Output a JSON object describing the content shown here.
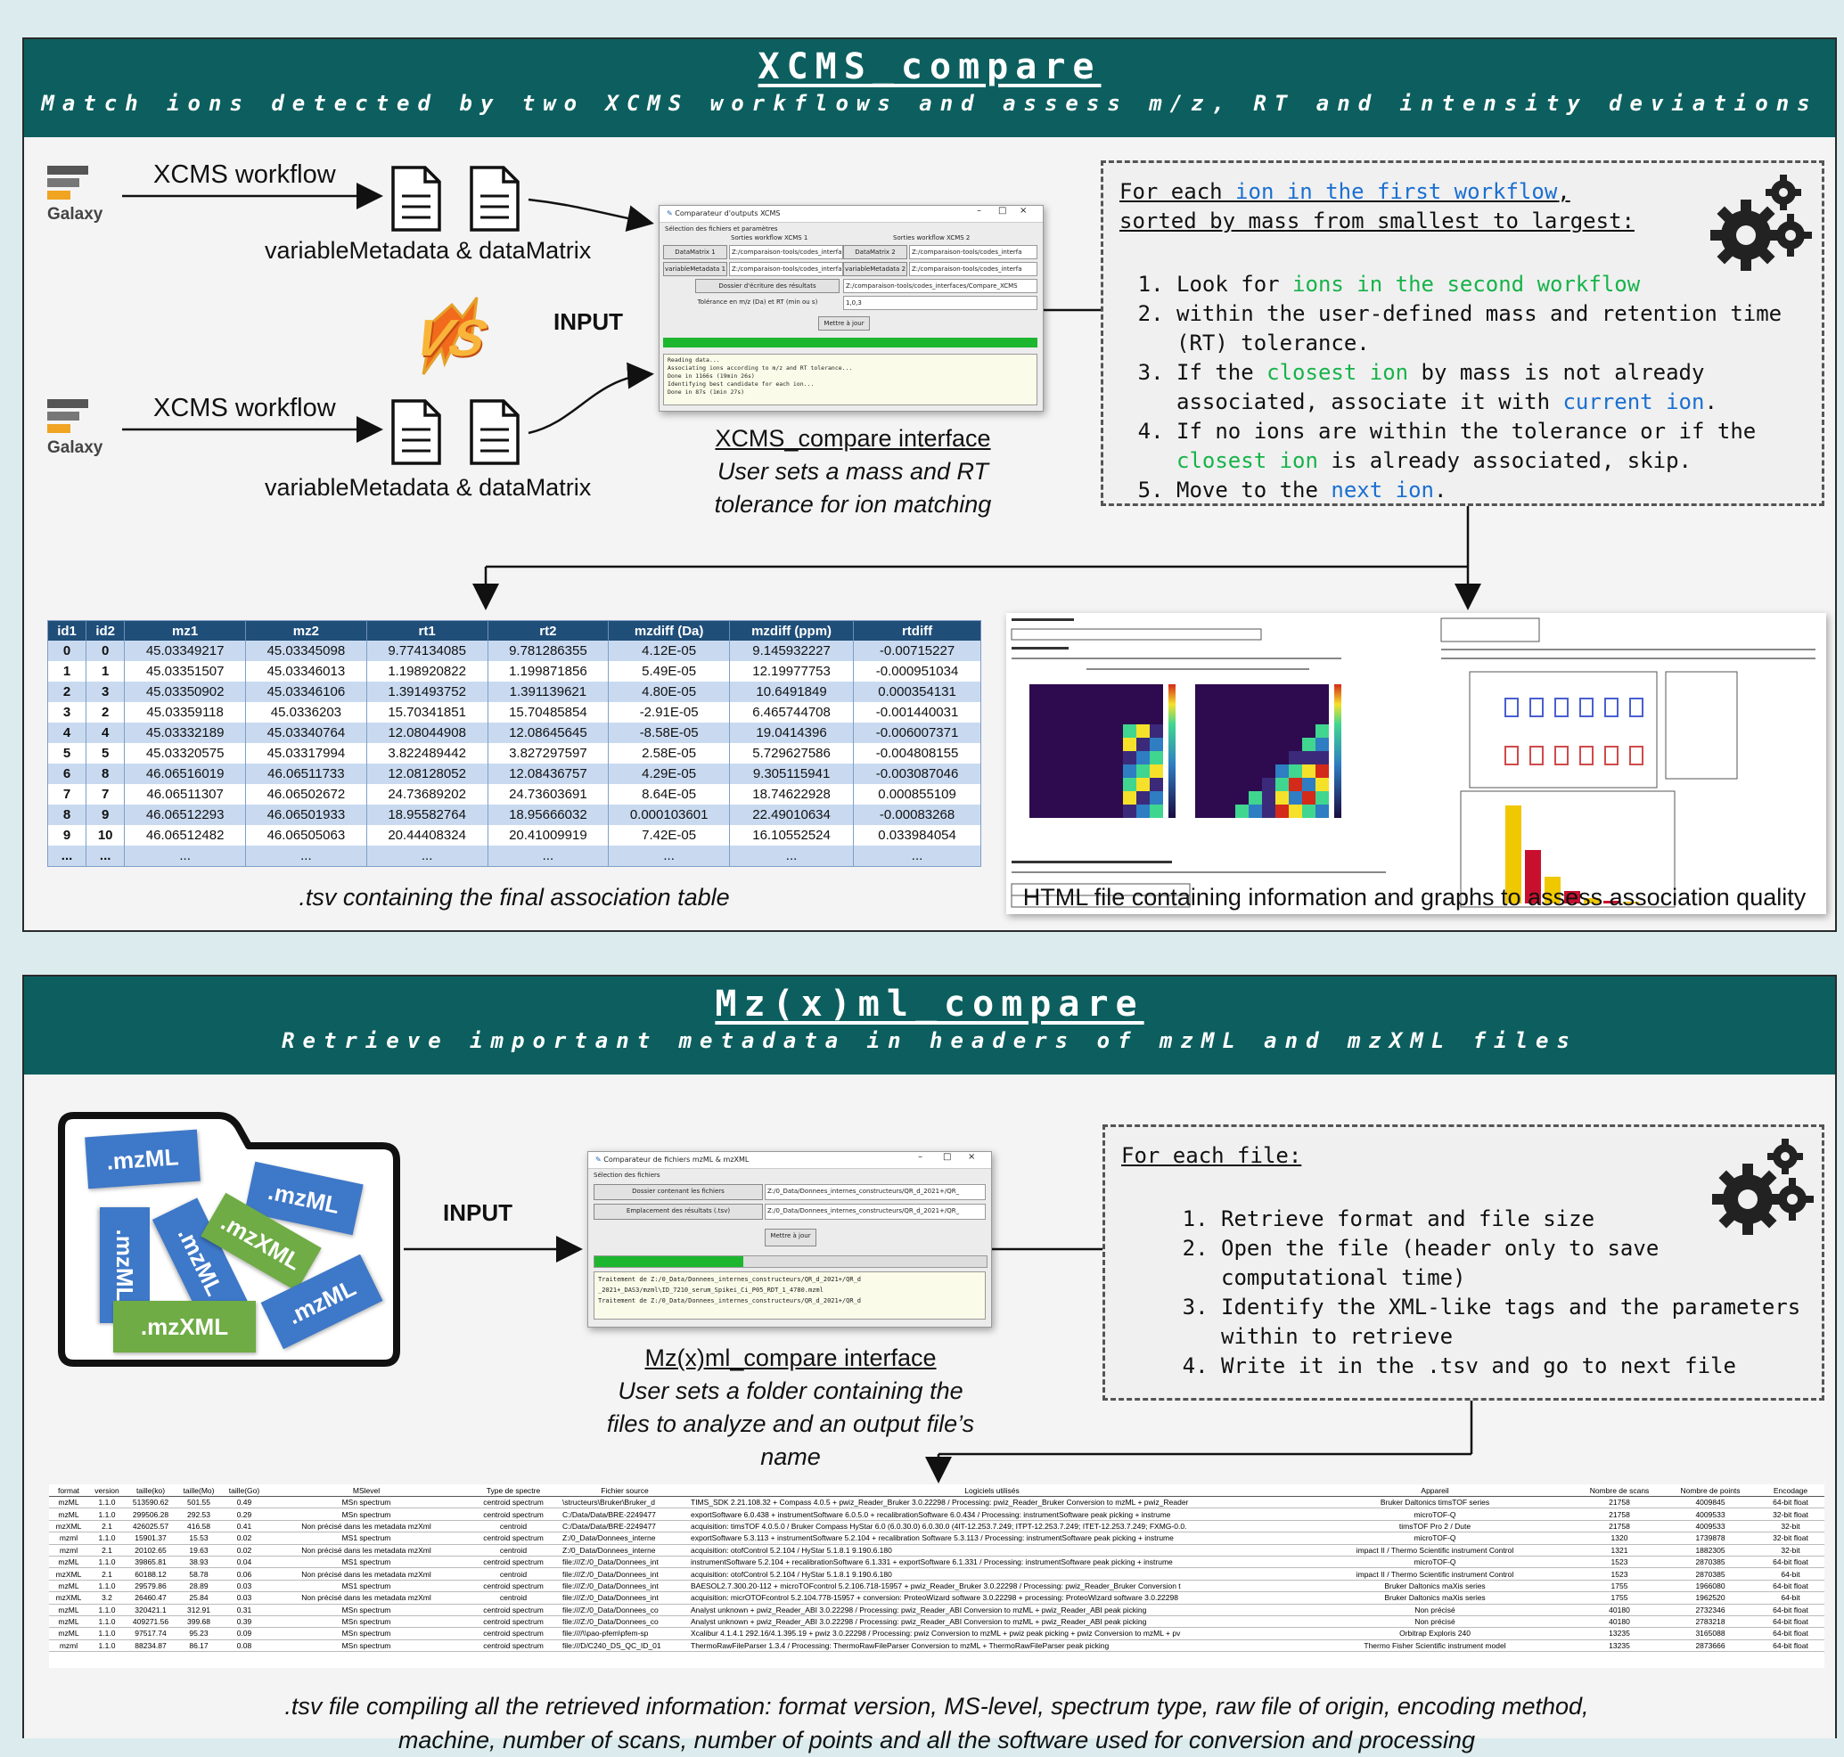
{
  "panel1": {
    "title": "XCMS_compare",
    "subtitle": "Match ions detected by two XCMS workflows and assess m/z, RT and intensity deviations",
    "galaxy_label": "Galaxy",
    "workflow_label": "XCMS workflow",
    "files_label": "variableMetadata & dataMatrix",
    "vs_label": "VS",
    "input_label": "INPUT",
    "interface": {
      "window_title": "Comparateur d'outputs XCMS",
      "section_label": "Sélection des fichiers et paramètres",
      "col1_label": "Sorties workflow XCMS 1",
      "col2_label": "Sorties workflow XCMS 2",
      "btn_datamatrix1": "DataMatrix 1",
      "btn_datamatrix2": "DataMatrix 2",
      "btn_varmeta1": "variableMetadata 1",
      "btn_varmeta2": "variableMetadata 2",
      "field_path": "Z:/comparaison-tools/codes_interfa",
      "btn_outdir": "Dossier d'écriture des résultats",
      "field_outdir": "Z:/comparaison-tools/codes_interfaces/Compare_XCMS",
      "tolerance_label": "Tolérance en m/z (Da) et RT (min ou s)",
      "tolerance_value": "1,0,3",
      "update_button": "Mettre à jour",
      "log_lines": [
        "Reading data...",
        "Associating ions according to m/z and RT tolerance...",
        "Done in 1166s (19min 26s)",
        "Identifying best candidate for each ion...",
        "Done in 87s (1min 27s)"
      ]
    },
    "interface_caption_title": "XCMS_compare interface",
    "interface_caption": "User sets a mass and RT tolerance for ion matching",
    "algo": {
      "intro_a": "For each ",
      "intro_hl": "ion in the first workflow",
      "intro_b": ",",
      "intro_line2": "sorted by mass from smallest to largest:",
      "s1a": "Look for ",
      "s1hl": "ions in the second workflow",
      "s2": "within the user-defined mass and retention time (RT) tolerance.",
      "s3a": "If the ",
      "s3hl": "closest ion",
      "s3b": " by mass is not already associated, associate it with ",
      "s3hl2": "current ion",
      "s3c": ".",
      "s4a": "If no ions are within the tolerance or if the ",
      "s4hl": "closest ion",
      "s4b": " is already associated, skip.",
      "s5a": "Move to the ",
      "s5hl": "next ion",
      "s5b": "."
    },
    "table": {
      "headers": [
        "id1",
        "id2",
        "mz1",
        "mz2",
        "rt1",
        "rt2",
        "mzdiff (Da)",
        "mzdiff (ppm)",
        "rtdiff"
      ],
      "rows": [
        [
          "0",
          "0",
          "45.03349217",
          "45.03345098",
          "9.774134085",
          "9.781286355",
          "4.12E-05",
          "9.145932227",
          "-0.00715227"
        ],
        [
          "1",
          "1",
          "45.03351507",
          "45.03346013",
          "1.198920822",
          "1.199871856",
          "5.49E-05",
          "12.19977753",
          "-0.000951034"
        ],
        [
          "2",
          "3",
          "45.03350902",
          "45.03346106",
          "1.391493752",
          "1.391139621",
          "4.80E-05",
          "10.6491849",
          "0.000354131"
        ],
        [
          "3",
          "2",
          "45.03359118",
          "45.0336203",
          "15.70341851",
          "15.70485854",
          "-2.91E-05",
          "6.465744708",
          "-0.001440031"
        ],
        [
          "4",
          "4",
          "45.03332189",
          "45.03340764",
          "12.08044908",
          "12.08645645",
          "-8.58E-05",
          "19.0414396",
          "-0.006007371"
        ],
        [
          "5",
          "5",
          "45.03320575",
          "45.03317994",
          "3.822489442",
          "3.827297597",
          "2.58E-05",
          "5.729627586",
          "-0.004808155"
        ],
        [
          "6",
          "8",
          "46.06516019",
          "46.06511733",
          "12.08128052",
          "12.08436757",
          "4.29E-05",
          "9.305115941",
          "-0.003087046"
        ],
        [
          "7",
          "7",
          "46.06511307",
          "46.06502672",
          "24.73689202",
          "24.73603691",
          "8.64E-05",
          "18.74622928",
          "0.000855109"
        ],
        [
          "8",
          "9",
          "46.06512293",
          "46.06501933",
          "18.95582764",
          "18.95666032",
          "0.000103601",
          "22.49010634",
          "-0.00083268"
        ],
        [
          "9",
          "10",
          "46.06512482",
          "46.06505063",
          "20.44408324",
          "20.41009919",
          "7.42E-05",
          "16.10552524",
          "0.033984054"
        ],
        [
          "...",
          "...",
          "...",
          "...",
          "...",
          "...",
          "...",
          "...",
          "..."
        ]
      ]
    },
    "table_caption": ".tsv containing the final association table",
    "html_caption": "HTML file containing information and graphs to assess association quality"
  },
  "panel2": {
    "title": "Mz(x)ml_compare",
    "subtitle": "Retrieve important metadata in headers of mzML and mzXML files",
    "files": [
      ".mzML",
      ".mzML",
      ".mzML",
      ".mzML",
      ".mzXML",
      ".mzXML",
      ".mzML"
    ],
    "input_label": "INPUT",
    "interface": {
      "window_title": "Comparateur de fichiers mzML & mzXML",
      "section_label": "Sélection des fichiers",
      "btn_folder": "Dossier contenant les fichiers",
      "field_folder": "Z:/0_Data/Donnees_internes_constructeurs/QR_d_2021+/QR_",
      "btn_output": "Emplacement des résultats (.tsv)",
      "field_output": "Z:/0_Data/Donnees_internes_constructeurs/QR_d_2021+/QR_",
      "update_button": "Mettre à jour",
      "progress": 0.38,
      "log_lines": [
        "Traitement de Z:/0_Data/Donnees_internes_constructeurs/QR_d_2021+/QR_d",
        "_2021+_DAS3/mzml\\ID_7210_serum_Spikei_Ci_P05_RDT_1_4780.mzml",
        "Traitement de Z:/0_Data/Donnees_internes_constructeurs/QR_d_2021+/QR_d"
      ]
    },
    "interface_caption_title": "Mz(x)ml_compare interface",
    "interface_caption": "User sets a folder containing the files to analyze and an output file’s name",
    "algo": {
      "intro": "For each file:",
      "steps": [
        "Retrieve format and file size",
        "Open the file (header only to save computational time)",
        "Identify the XML-like tags and the parameters within to retrieve",
        "Write it in the .tsv and go to next file"
      ]
    },
    "table": {
      "headers": [
        "format",
        "version",
        "taille(ko)",
        "taille(Mo)",
        "taille(Go)",
        "MSlevel",
        "Type de spectre",
        "Fichier source",
        "Logiciels utilisés",
        "Appareil",
        "Nombre de scans",
        "Nombre de points",
        "Encodage"
      ],
      "rows": [
        [
          "mzML",
          "1.1.0",
          "513590.62",
          "501.55",
          "0.49",
          "MSn spectrum",
          "centroid spectrum",
          "\\structeurs\\Bruker\\Bruker_d",
          "TIMS_SDK 2.21.108.32 + Compass 4.0.5 + pwiz_Reader_Bruker 3.0.22298 / Processing: pwiz_Reader_Bruker Conversion to mzML + pwiz_Reader",
          "Bruker Daltonics timsTOF series",
          "21758",
          "4009845",
          "64-bit float"
        ],
        [
          "mzML",
          "1.1.0",
          "299506.28",
          "292.53",
          "0.29",
          "MSn spectrum",
          "centroid spectrum",
          "C:/Data/Data/BRE-2249477",
          "exportSoftware 6.0.438 + instrumentSoftware 6.0.5.0 + recalibrationSoftware 6.0.434 / Processing: instrumentSoftware peak picking + instrume",
          "microTOF-Q",
          "21758",
          "4009533",
          "32-bit float"
        ],
        [
          "mzXML",
          "2.1",
          "426025.57",
          "416.58",
          "0.41",
          "Non précisé dans les metadata mzXml",
          "centroid",
          "C:/Data/Data/BRE-2249477",
          "acquisition: timsTOF 4.0.5.0 / Bruker Compass HyStar 6.0 (6.0.30.0) 6.0.30.0 (4IT-12.253.7.249; ITPT-12.253.7.249; ITET-12.253.7.249; FXMG-0.0.",
          "timsTOF Pro 2 / Dute",
          "21758",
          "4009533",
          "32-bit"
        ],
        [
          "mzml",
          "1.1.0",
          "15901.37",
          "15.53",
          "0.02",
          "MS1 spectrum",
          "centroid spectrum",
          "Z:/0_Data/Donnees_interne",
          "exportSoftware 5.3.113 + instrumentSoftware 5.2.104 + recalibration Software 5.3.113 / Processing: instrumentSoftware peak picking + instrume",
          "microTOF-Q",
          "1320",
          "1739878",
          "32-bit float"
        ],
        [
          "mzml",
          "2.1",
          "20102.65",
          "19.63",
          "0.02",
          "Non précisé dans les metadata mzXml",
          "centroid",
          "Z:/0_Data/Donnees_interne",
          "acquisition: otofControl 5.2.104 / HyStar 5.1.8.1 9.190.6.180",
          "impact II / Thermo Scientific instrument Control",
          "1321",
          "1882305",
          "32-bit"
        ],
        [
          "mzML",
          "1.1.0",
          "39865.81",
          "38.93",
          "0.04",
          "MS1 spectrum",
          "centroid spectrum",
          "file:///Z:/0_Data/Donnees_int",
          "instrumentSoftware 5.2.104 + recalibrationSoftware 6.1.331 + exportSoftware 6.1.331 / Processing: instrumentSoftware peak picking + instrume",
          "microTOF-Q",
          "1523",
          "2870385",
          "64-bit float"
        ],
        [
          "mzXML",
          "2.1",
          "60188.12",
          "58.78",
          "0.06",
          "Non précisé dans les metadata mzXml",
          "centroid",
          "file:///Z:/0_Data/Donnees_int",
          "acquisition: otofControl 5.2.104 / HyStar 5.1.8.1 9.190.6.180",
          "impact II / Thermo Scientific instrument Control",
          "1523",
          "2870385",
          "64-bit"
        ],
        [
          "mzML",
          "1.1.0",
          "29579.86",
          "28.89",
          "0.03",
          "MS1 spectrum",
          "centroid spectrum",
          "file:///Z:/0_Data/Donnees_int",
          "BAESOL2.7.300.20-112 + microTOFcontrol 5.2.106.718-15957 + pwiz_Reader_Bruker 3.0.22298 / Processing: pwiz_Reader_Bruker Conversion t",
          "Bruker Daltonics maXis series",
          "1755",
          "1966080",
          "64-bit float"
        ],
        [
          "mzXML",
          "3.2",
          "26460.47",
          "25.84",
          "0.03",
          "Non précisé dans les metadata mzXml",
          "centroid",
          "file:///Z:/0_Data/Donnees_int",
          "acquisition: micrOTOFcontrol 5.2.104.778-15957 + conversion: ProteoWizard software 3.0.22298 + processing: ProteoWizard software 3.0.22298",
          "Bruker Daltonics maXis series",
          "1755",
          "1962520",
          "64-bit"
        ],
        [
          "mzML",
          "1.1.0",
          "320421.1",
          "312.91",
          "0.31",
          "MSn spectrum",
          "centroid spectrum",
          "file:///Z:/0_Data/Donnees_co",
          "Analyst unknown + pwiz_Reader_ABI 3.0.22298 / Processing: pwiz_Reader_ABI Conversion to mzML + pwiz_Reader_ABI peak picking",
          "Non précisé",
          "40180",
          "2732346",
          "64-bit float"
        ],
        [
          "mzML",
          "1.1.0",
          "409271.56",
          "399.68",
          "0.39",
          "MSn spectrum",
          "centroid spectrum",
          "file:///Z:/0_Data/Donnees_co",
          "Analyst unknown + pwiz_Reader_ABI 3.0.22298 / Processing: pwiz_Reader_ABI Conversion to mzML + pwiz_Reader_ABI peak picking",
          "Non précisé",
          "40180",
          "2783218",
          "64-bit float"
        ],
        [
          "mzML",
          "1.1.0",
          "97517.74",
          "95.23",
          "0.09",
          "MSn spectrum",
          "centroid spectrum",
          "file:////\\\\pao-pfem\\pfem-sp",
          "Xcalibur 4.1.4.1 292.16/4.1.395.19 + pwiz 3.0.22298 / Processing: pwiz Conversion to mzML + pwiz peak picking + pwiz Conversion to mzML + pv",
          "Orbitrap Exploris 240",
          "13235",
          "3165088",
          "64-bit float"
        ],
        [
          "mzml",
          "1.1.0",
          "88234.87",
          "86.17",
          "0.08",
          "MSn spectrum",
          "centroid spectrum",
          "file:///D/C240_DS_QC_ID_01",
          "ThermoRawFileParser 1.3.4 / Processing: ThermoRawFileParser Conversion to mzML + ThermoRawFileParser peak picking",
          "Thermo Fisher Scientific instrument model",
          "13235",
          "2873666",
          "64-bit float"
        ]
      ]
    },
    "table_caption_line1": ".tsv file compiling all the retrieved information: format version, MS-level, spectrum type, raw file of origin, encoding method,",
    "table_caption_line2": "machine, number of scans, number of points and all the software used for conversion and processing"
  }
}
